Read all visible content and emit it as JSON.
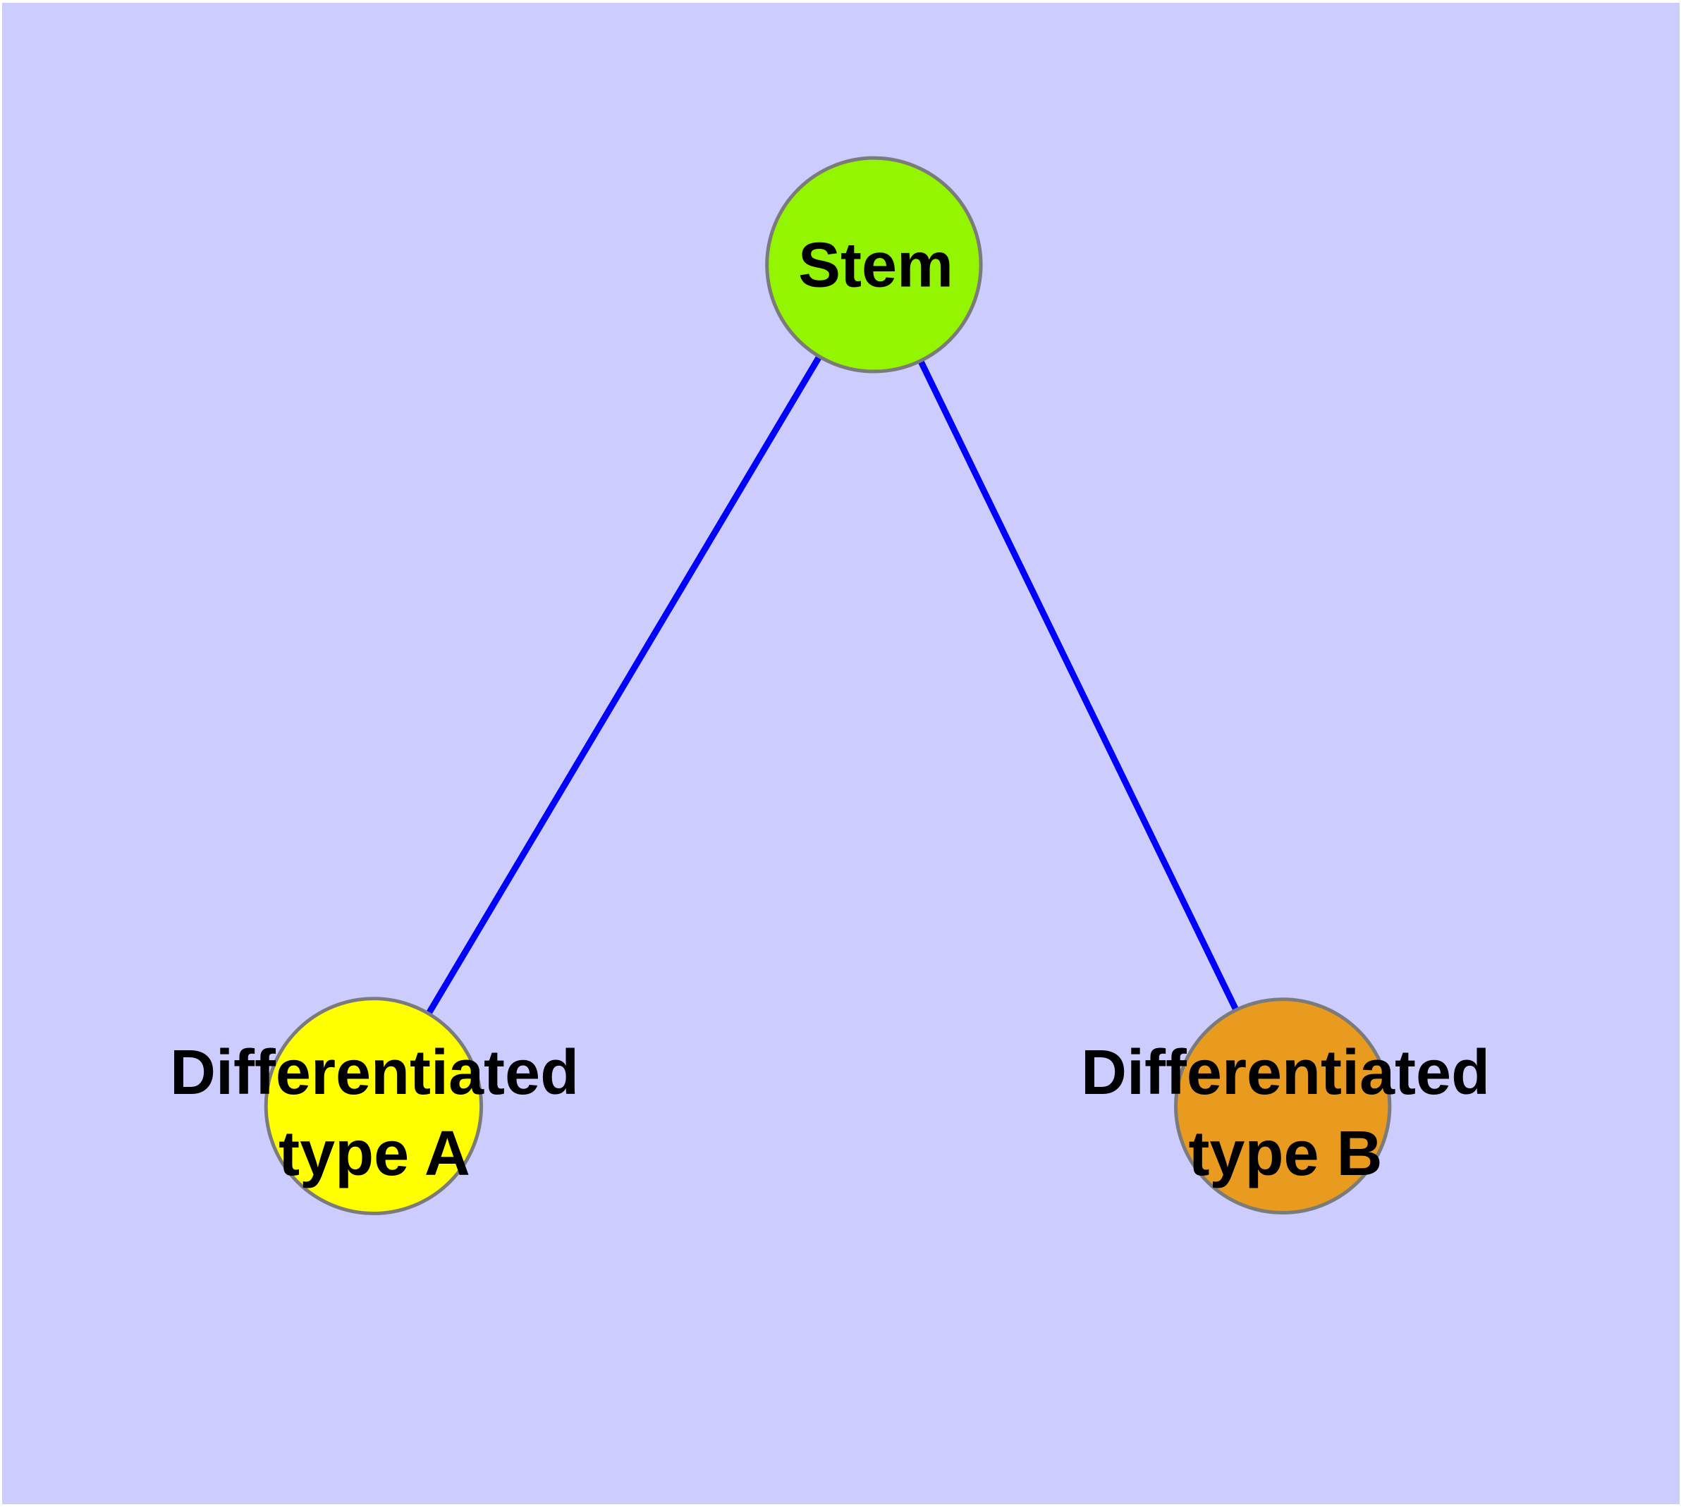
{
  "canvas": {
    "background_color": "#CCCCFF",
    "frame_color": "#FFFFFF"
  },
  "nodes": [
    {
      "id": "stem",
      "label": "Stem",
      "color": "#94F500",
      "border_color": "#7B7B7B"
    },
    {
      "id": "differentiated-type-a",
      "label": "Differentiated\ntype A",
      "color": "#FFFF00",
      "border_color": "#7B7B7B"
    },
    {
      "id": "differentiated-type-b",
      "label": "Differentiated\ntype B",
      "color": "#E89B1E",
      "border_color": "#7B7B7B"
    }
  ],
  "edges": [
    {
      "from": "Stem",
      "to": "Differentiated type A",
      "color": "#0000FF"
    },
    {
      "from": "Stem",
      "to": "Differentiated type B",
      "color": "#0000FF"
    }
  ]
}
